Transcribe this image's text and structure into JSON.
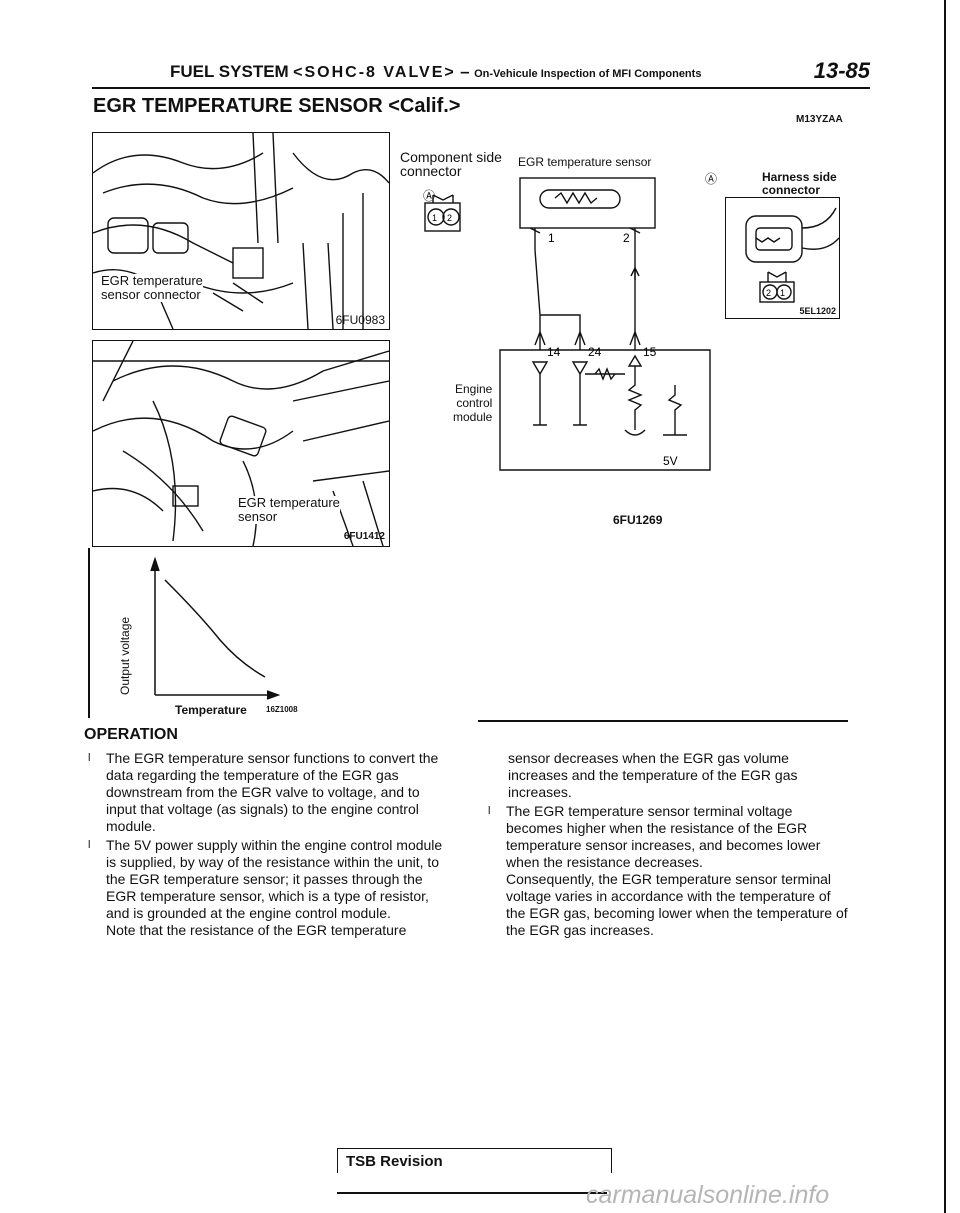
{
  "header": {
    "system": "FUEL SYSTEM",
    "variant": "<SOHC-8 VALVE>",
    "dash": "–",
    "section": "On-Vehicule Inspection of MFI Components",
    "page_number": "13-85"
  },
  "title": "EGR TEMPERATURE SENSOR <Calif.>",
  "title_code": "M13YZAA",
  "figures": {
    "photo_top": {
      "label_line1": "EGR temperature",
      "label_line2": "sensor connector",
      "code": "6FU0983"
    },
    "photo_bottom": {
      "label_line1": "EGR temperature",
      "label_line2": "sensor",
      "code": "6FU1412"
    },
    "circuit": {
      "component_side_line1": "Component side",
      "component_side_line2": "connector",
      "sensor_label": "EGR temperature sensor",
      "marker": "Ⓐ",
      "pin_1": "1",
      "pin_2": "2",
      "ecu_line1": "Engine",
      "ecu_line2": "control",
      "ecu_line3": "module",
      "term_14": "14",
      "term_24": "24",
      "term_15": "15",
      "voltage": "5V",
      "code": "6FU1269"
    },
    "harness": {
      "marker": "Ⓐ",
      "label_line1": "Harness side",
      "label_line2": "connector",
      "pin_a": "2",
      "pin_b": "1",
      "code": "5EL1202"
    },
    "graph": {
      "ylabel": "Output voltage",
      "xlabel": "Temperature",
      "code": "16Z1008"
    }
  },
  "operation": {
    "heading": "OPERATION",
    "bullet_glyph": "l",
    "left_p1": "The EGR temperature sensor functions to convert the data regarding the temperature of the EGR gas downstream from the EGR valve to voltage, and to input that voltage (as signals) to the engine control module.",
    "left_p2": "The 5V power supply within the engine control module is supplied, by way of the resistance within the unit, to the EGR temperature sensor; it passes through the EGR temperature sensor, which is a type of resistor, and is grounded at the engine control module.",
    "left_p2_note": "Note that the resistance of the EGR temperature",
    "right_p1": "sensor decreases when the EGR gas volume increases and the temperature of the EGR gas increases.",
    "right_p2": "The EGR temperature sensor terminal voltage becomes higher when the resistance of the EGR temperature sensor increases, and becomes lower when the resistance decreases.",
    "right_p3": "Consequently, the EGR temperature sensor terminal voltage varies in accordance with the temperature of the EGR gas, becoming lower when the temperature of the EGR gas increases."
  },
  "footer": {
    "tsb": "TSB Revision",
    "watermark": "carmanualsonline.info"
  }
}
